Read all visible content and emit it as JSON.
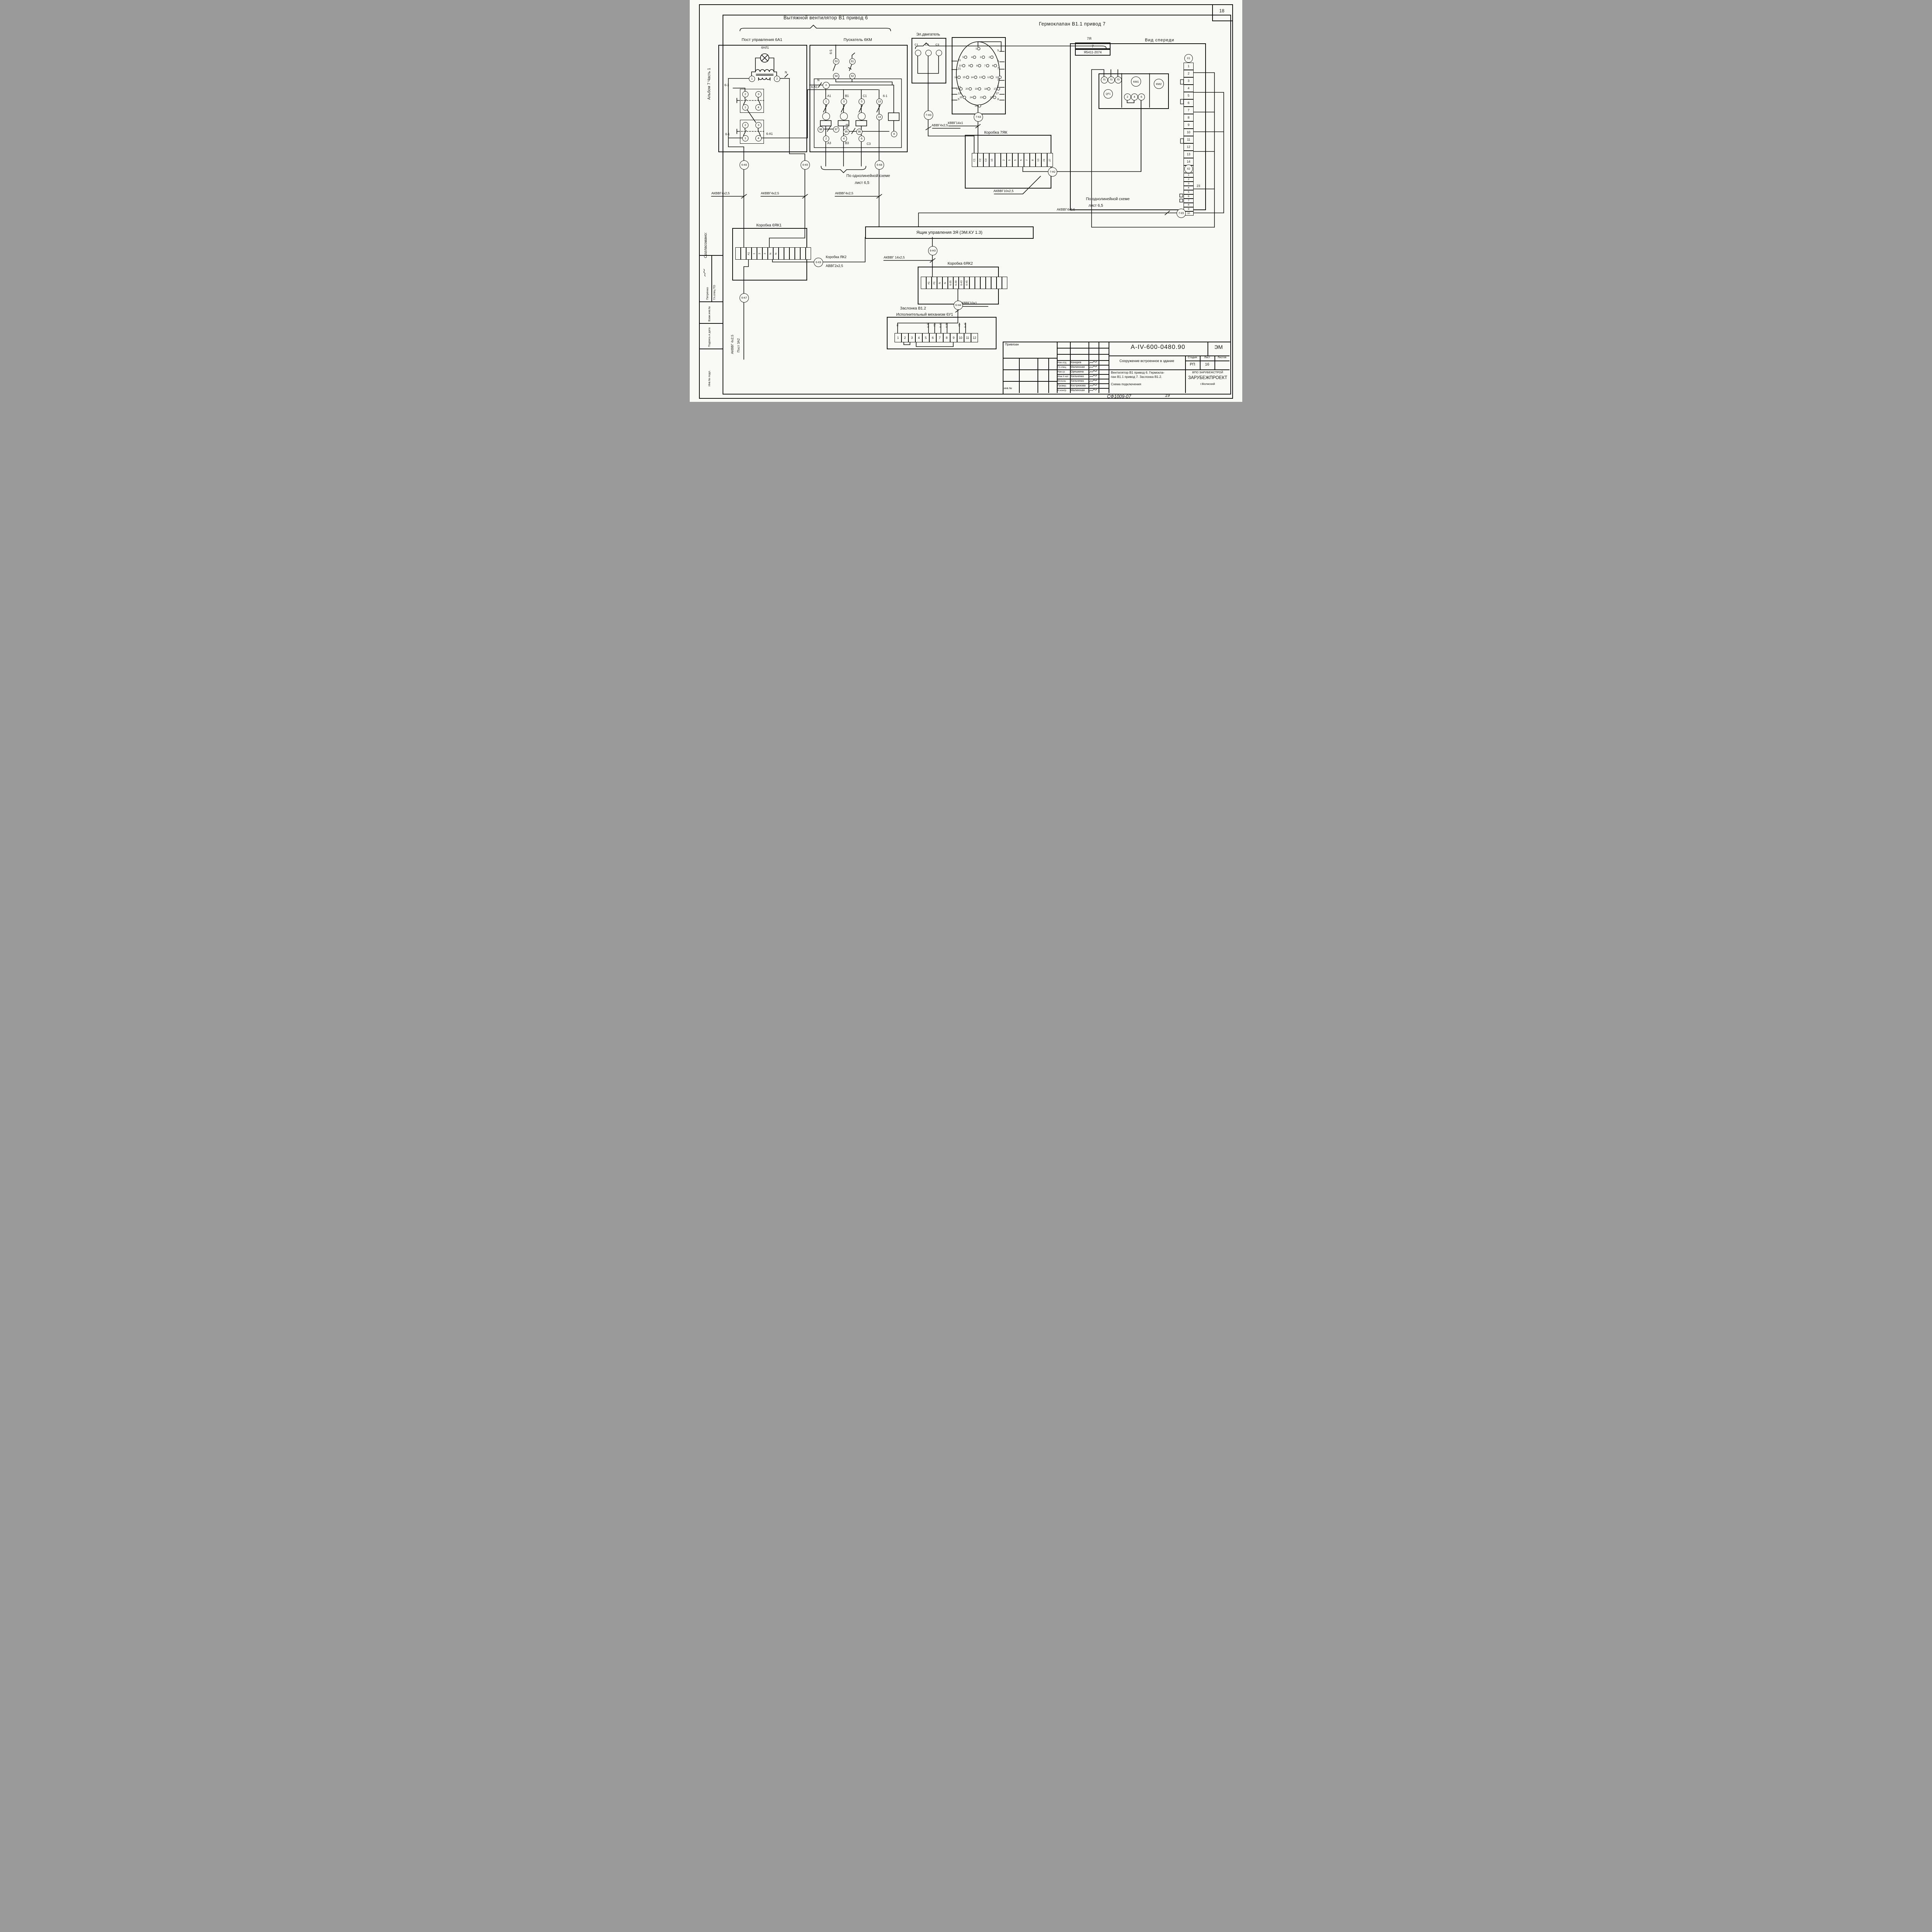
{
  "sheet": {
    "number": "18",
    "album": "Альбом 7    Часть 1",
    "stamp": "СФ1009-07",
    "stamp2": "19"
  },
  "sidebar": {
    "soglasovano": "Согласовано:",
    "glspec": "Гл.спец ТО",
    "glspec_name": "Петренко",
    "vzam": "Взам.инв.№",
    "podpis": "Подпись и дата",
    "inv": "Инв.№ подл."
  },
  "headers": {
    "left": "Вытяжной вентилятор В1 привод 6",
    "right": "Гермоклапан В1.1 привод 7"
  },
  "post": {
    "title": "Пост управления  6А1",
    "lamp": "6НЛ1",
    "t1": "1",
    "t2": "2",
    "n": "N",
    "w63": "6-3",
    "w61": "6-1",
    "w6a1": "6-А1",
    "btn": {
      "t2": "2",
      "t3": "3",
      "t1": "1",
      "t4": "4"
    }
  },
  "starter": {
    "title": "Пускатель 6КМ",
    "w65": "6-5",
    "c53": "53",
    "c54": "54",
    "c61": "61",
    "c62": "62",
    "n": "N",
    "a": "А",
    "w6a1": "6-А1",
    "ph": [
      "А1",
      "В1",
      "С1"
    ],
    "t1": "1",
    "t3": "3",
    "t5": "5",
    "t13": "13",
    "w61": "6-1",
    "t14": "14",
    "t8": "8",
    "c98": "98",
    "c97": "97",
    "c95": "95",
    "c96": "96",
    "w63": "6-3",
    "t2": "2",
    "t4": "4",
    "t6": "6",
    "a3": "А3",
    "b3": "В3",
    "c3": "С3"
  },
  "oneline": {
    "l1": "По однолинейной схеме",
    "l2": "лист 6,5"
  },
  "junctions": {
    "k6": "6-К6",
    "k5": "6-К5",
    "k8": "6-К8",
    "k9": "6-К9",
    "k7": "6-К7",
    "n3": "6-Н3",
    "n4": "6-Н4",
    "m1": "7-Н3",
    "m2": "7-К4",
    "m3": "7-Н2",
    "m4": "7-К5"
  },
  "cables": {
    "akvvg4": "АКВВГ4х2,5",
    "akvvg4b": "АКВВГ 4х2,5",
    "akvvg14": "АКВВГ 14х2,5",
    "kvvg14": "КВВГ14х1",
    "kvvg10": "КВВГ10х1",
    "avvg4": "АВВГ4х2,5",
    "akvvg10": "АКВВГ10х2,5",
    "avvg2": "АВВГ2х2,5",
    "yak2": "Коробка ЯК2",
    "post3a2": "Пост 3А2"
  },
  "motor": {
    "title": "Эл.двигатель",
    "terms": [
      "С1",
      "С2",
      "С3"
    ]
  },
  "connector": {
    "rows1": [
      "1"
    ],
    "rows2": [
      "5",
      "4",
      "3",
      "2"
    ],
    "rows3": [
      "10",
      "9",
      "8",
      "7",
      "6"
    ],
    "rows4": [
      "16",
      "15",
      "14",
      "13",
      "12",
      "11"
    ],
    "rows5": [
      "21",
      "20",
      "19",
      "18",
      "17"
    ],
    "rows6": [
      "25",
      "24",
      "23",
      "22"
    ],
    "rows7": [
      "26"
    ],
    "left_stubs": [
      "21",
      "21",
      "27",
      "13",
      "5"
    ],
    "right_stubs": [
      "5",
      "5",
      "7",
      "2",
      "5",
      "27",
      "8"
    ]
  },
  "box7yak": {
    "title": "Коробка 7ЯК",
    "cells": [
      "С1",
      "С2",
      "С3",
      "15",
      "",
      "2",
      "5",
      "5",
      "5",
      "7",
      "8",
      "13",
      "21",
      "27"
    ]
  },
  "yashik": {
    "title": "Ящик управления   ЗЯ (ЭМ.КУ 1.3)"
  },
  "box6yak1": {
    "title": "Коробка 6ЯК1",
    "cells": [
      "",
      "",
      "А1",
      "1",
      "3",
      "3",
      "N",
      "N",
      "",
      "",
      "",
      "",
      "",
      ""
    ]
  },
  "box6yak2": {
    "title": "Коробка 6ЯК2",
    "cells": [
      "",
      "А1",
      "А1",
      "N",
      "N",
      "6-35",
      "6-39",
      "6-43",
      "6-45",
      "",
      "",
      "",
      "",
      "",
      "",
      ""
    ]
  },
  "zaslonka": {
    "t1": "Заслонка В1.2",
    "t2": "Исполнительный механизм 6У1",
    "cells": [
      "1",
      "2",
      "3",
      "4",
      "5",
      "6",
      "7",
      "8",
      "9",
      "10",
      "11",
      "12"
    ],
    "labels": [
      "N",
      "",
      "",
      "",
      "",
      "6-35",
      "А1",
      "6-43",
      "6-39",
      "",
      "А1",
      "6-45"
    ]
  },
  "vid": {
    "title": "Вид спереди",
    "ya": "7Я",
    "n7": "7",
    "model": "Я5411-2074",
    "l1": "Л1",
    "l2": "Л2",
    "l3": "Л3",
    "qf": "QF1",
    "km1": "КМ1",
    "km2": "КМ2",
    "t2": "2",
    "t4": "4",
    "t6": "6",
    "x1": "Х1",
    "x2": "Х2",
    "w23": "23",
    "x1_cells": [
      "1",
      "2",
      "3",
      "4",
      "5",
      "6",
      "7",
      "8",
      "9",
      "10",
      "11",
      "12",
      "13",
      "14",
      "15"
    ],
    "x2_cells": [
      "1",
      "2",
      "3",
      "4",
      "5",
      "6",
      "7",
      "8",
      "9",
      "10"
    ]
  },
  "titleblock": {
    "privyazan": "Привязан",
    "inv_no": "инв.№",
    "rows": [
      {
        "role": "Нач.отд",
        "name": "Конорев"
      },
      {
        "role": "Гл.спец",
        "name": "Малинская"
      },
      {
        "role": "Нач.гр",
        "name": "Орешкина"
      },
      {
        "role": "Инж II кат",
        "name": "Хильченко"
      },
      {
        "role": "Исполн",
        "name": "Хильченко"
      },
      {
        "role": "Провер.",
        "name": "Кострюкова"
      },
      {
        "role": "Н.контр",
        "name": "Малинская"
      }
    ],
    "doc": "А-IV-600-0480.90",
    "em": "ЭМ",
    "object": "Сооружение встроенное в здание",
    "stage_h": "Стадия",
    "sheet_h": "Лист",
    "sheets_h": "Листов",
    "stage": "РП",
    "sheet": "16",
    "sheets": "",
    "desc1": "Вентилятор В1 привод 6. Гермокла-",
    "desc2": "пан В1.1 привод 7. Заслонка В1.2.",
    "desc3": "Схема подключения",
    "org1": "ВПО ЗАРУБЕЖСТРОЙ",
    "org2": "ЗАРУБЕЖПРОЕКТ",
    "org3": "г.Волжский"
  }
}
